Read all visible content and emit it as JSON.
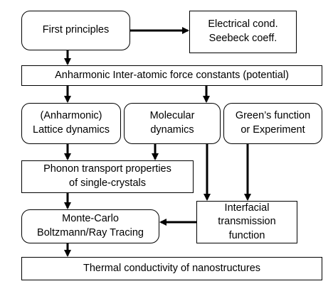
{
  "boxes": {
    "first_principles": "First principles",
    "electrical": "Electrical cond.\nSeebeck coeff.",
    "anharmonic_ifc": "Anharmonic Inter-atomic force constants (potential)",
    "lattice_dynamics": "(Anharmonic)\nLattice dynamics",
    "molecular_dynamics": "Molecular\ndynamics",
    "greens_function": "Green’s function\nor Experiment",
    "phonon_transport": "Phonon transport properties\nof single-crystals",
    "monte_carlo": "Monte-Carlo\nBoltzmann/Ray Tracing",
    "interfacial": "Interfacial\ntransmission\nfunction",
    "thermal_conductivity": "Thermal conductivity of nanostructures"
  },
  "colors": {
    "line": "#000000",
    "background": "#ffffff"
  }
}
